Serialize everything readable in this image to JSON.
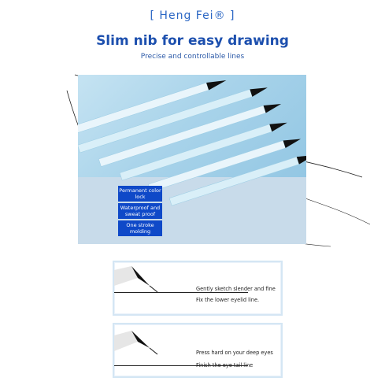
{
  "header": {
    "brand": "[ Heng Fei® ]",
    "title": "Slim nib for easy drawing",
    "subtitle": "Precise and controllable lines"
  },
  "features": [
    {
      "label": "Permanent color lock"
    },
    {
      "label": "Waterproof and sweat proof"
    },
    {
      "label": "One stroke molding"
    }
  ],
  "cards": [
    {
      "line1": "Gently sketch slender and fine",
      "line2": "Fix the lower eyelid line."
    },
    {
      "line1": "Press hard on your deep eyes",
      "line2": "Finish the eye tail line"
    }
  ],
  "colors": {
    "brand_blue": "#2a66c4",
    "title_blue": "#1c4fae",
    "badge_blue": "#0f49c8",
    "card_border": "#d4e6f4"
  }
}
